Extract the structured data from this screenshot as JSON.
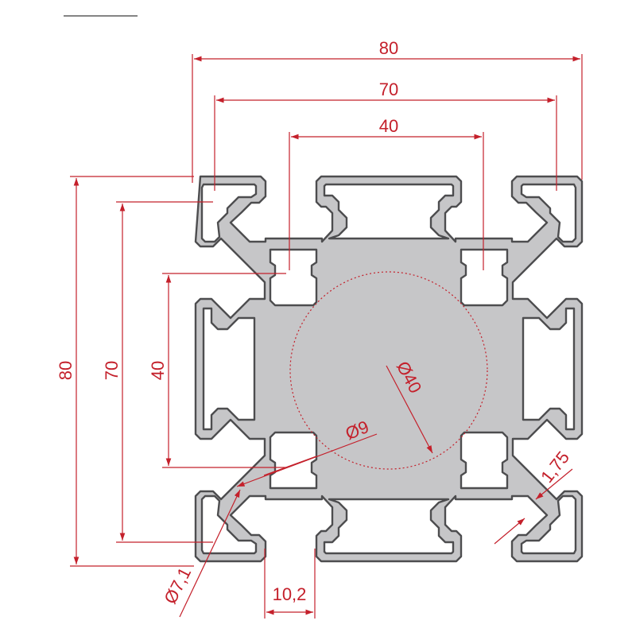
{
  "colors": {
    "dimension": "#c4202b",
    "profile_fill": "#c6c6c8",
    "profile_stroke": "#4d4d4f",
    "background": "#ffffff"
  },
  "drawing": {
    "header_rule": "",
    "dimensions": {
      "width_80": "80",
      "width_70": "70",
      "width_40": "40",
      "height_80": "80",
      "height_70": "70",
      "height_40": "40",
      "center_circle_dia": "Ø40",
      "slot_hole_dia": "Ø9",
      "corner_hole_dia": "Ø7,1",
      "wall_thickness": "1,75",
      "slot_width": "10,2"
    }
  }
}
